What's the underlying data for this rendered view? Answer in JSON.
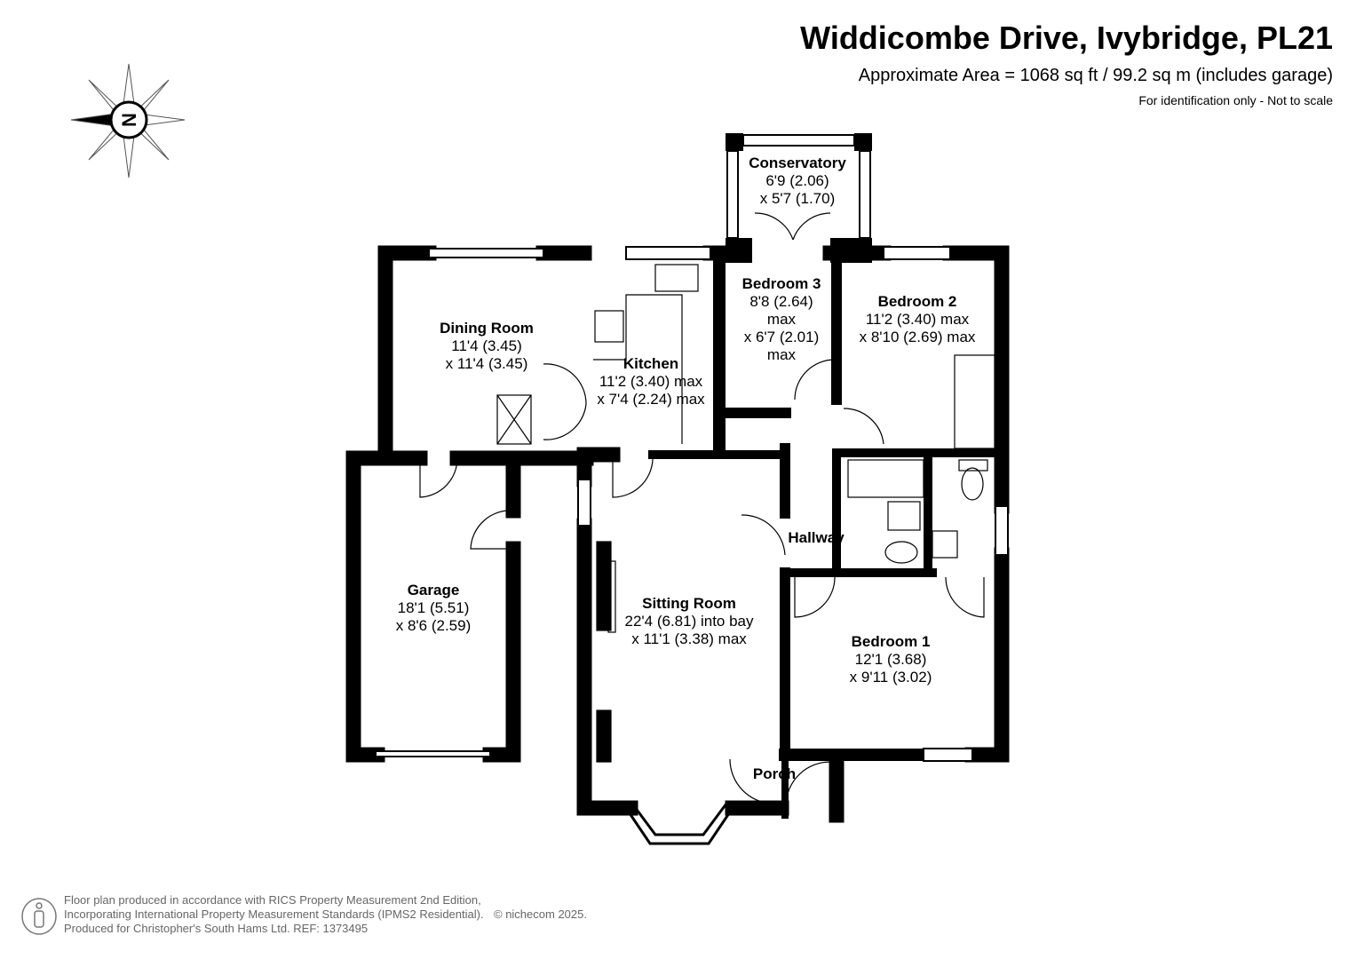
{
  "header": {
    "title": "Widdicombe Drive, Ivybridge, PL21",
    "area": "Approximate Area = 1068 sq ft / 99.2 sq m (includes garage)",
    "note": "For identification only - Not to scale"
  },
  "compass": {
    "label": "N",
    "icon": "compass-icon"
  },
  "rooms": [
    {
      "name": "Conservatory",
      "dims": [
        "6'9 (2.06)",
        "x 5'7 (1.70)"
      ]
    },
    {
      "name": "Dining Room",
      "dims": [
        "11'4 (3.45)",
        "x 11'4 (3.45)"
      ]
    },
    {
      "name": "Kitchen",
      "dims": [
        "11'2 (3.40) max",
        "x 7'4 (2.24) max"
      ]
    },
    {
      "name": "Bedroom 3",
      "dims": [
        "8'8 (2.64)",
        "max",
        "x 6'7 (2.01)",
        "max"
      ]
    },
    {
      "name": "Bedroom 2",
      "dims": [
        "11'2 (3.40) max",
        "x 8'10 (2.69) max"
      ]
    },
    {
      "name": "Hallway",
      "dims": []
    },
    {
      "name": "Garage",
      "dims": [
        "18'1 (5.51)",
        "x 8'6 (2.59)"
      ]
    },
    {
      "name": "Sitting Room",
      "dims": [
        "22'4 (6.81) into bay",
        "x 11'1 (3.38) max"
      ]
    },
    {
      "name": "Bedroom 1",
      "dims": [
        "12'1 (3.68)",
        "x 9'11 (3.02)"
      ]
    },
    {
      "name": "Porch",
      "dims": []
    }
  ],
  "footer": {
    "lines": [
      "Floor plan produced in accordance with RICS Property Measurement 2nd Edition,",
      "Incorporating International Property Measurement Standards (IPMS2 Residential).",
      "Produced for Christopher's South Hams Ltd.   REF: 1373495"
    ],
    "copyright": "© nichecom 2025."
  }
}
